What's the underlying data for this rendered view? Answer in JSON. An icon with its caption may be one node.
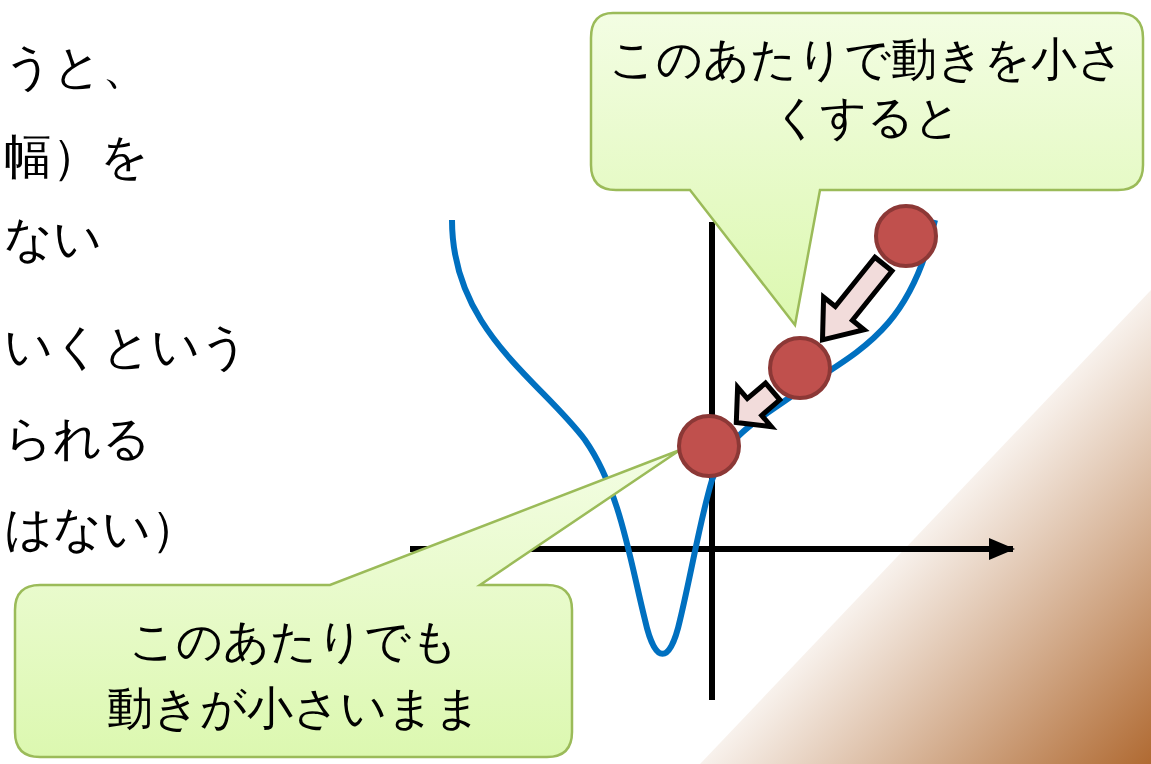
{
  "diagram": {
    "nodes": [
      {
        "text": [
          "このあたりで動きを小さくすると"
        ]
      },
      {
        "text": [
          "このあたりでも",
          "動きが小さいまま"
        ]
      },
      {
        "text": [],
        "shape": "circle"
      },
      {
        "text": [],
        "shape": "circle"
      },
      {
        "text": [],
        "shape": "circle"
      }
    ],
    "edges": [
      {
        "from": 2,
        "to": 3,
        "arrow": "to"
      },
      {
        "from": 3,
        "to": 4,
        "arrow": "to"
      }
    ],
    "labels": [
      "うと、",
      "幅）を",
      "ない",
      "いくという",
      "られる",
      "はない）"
    ]
  }
}
